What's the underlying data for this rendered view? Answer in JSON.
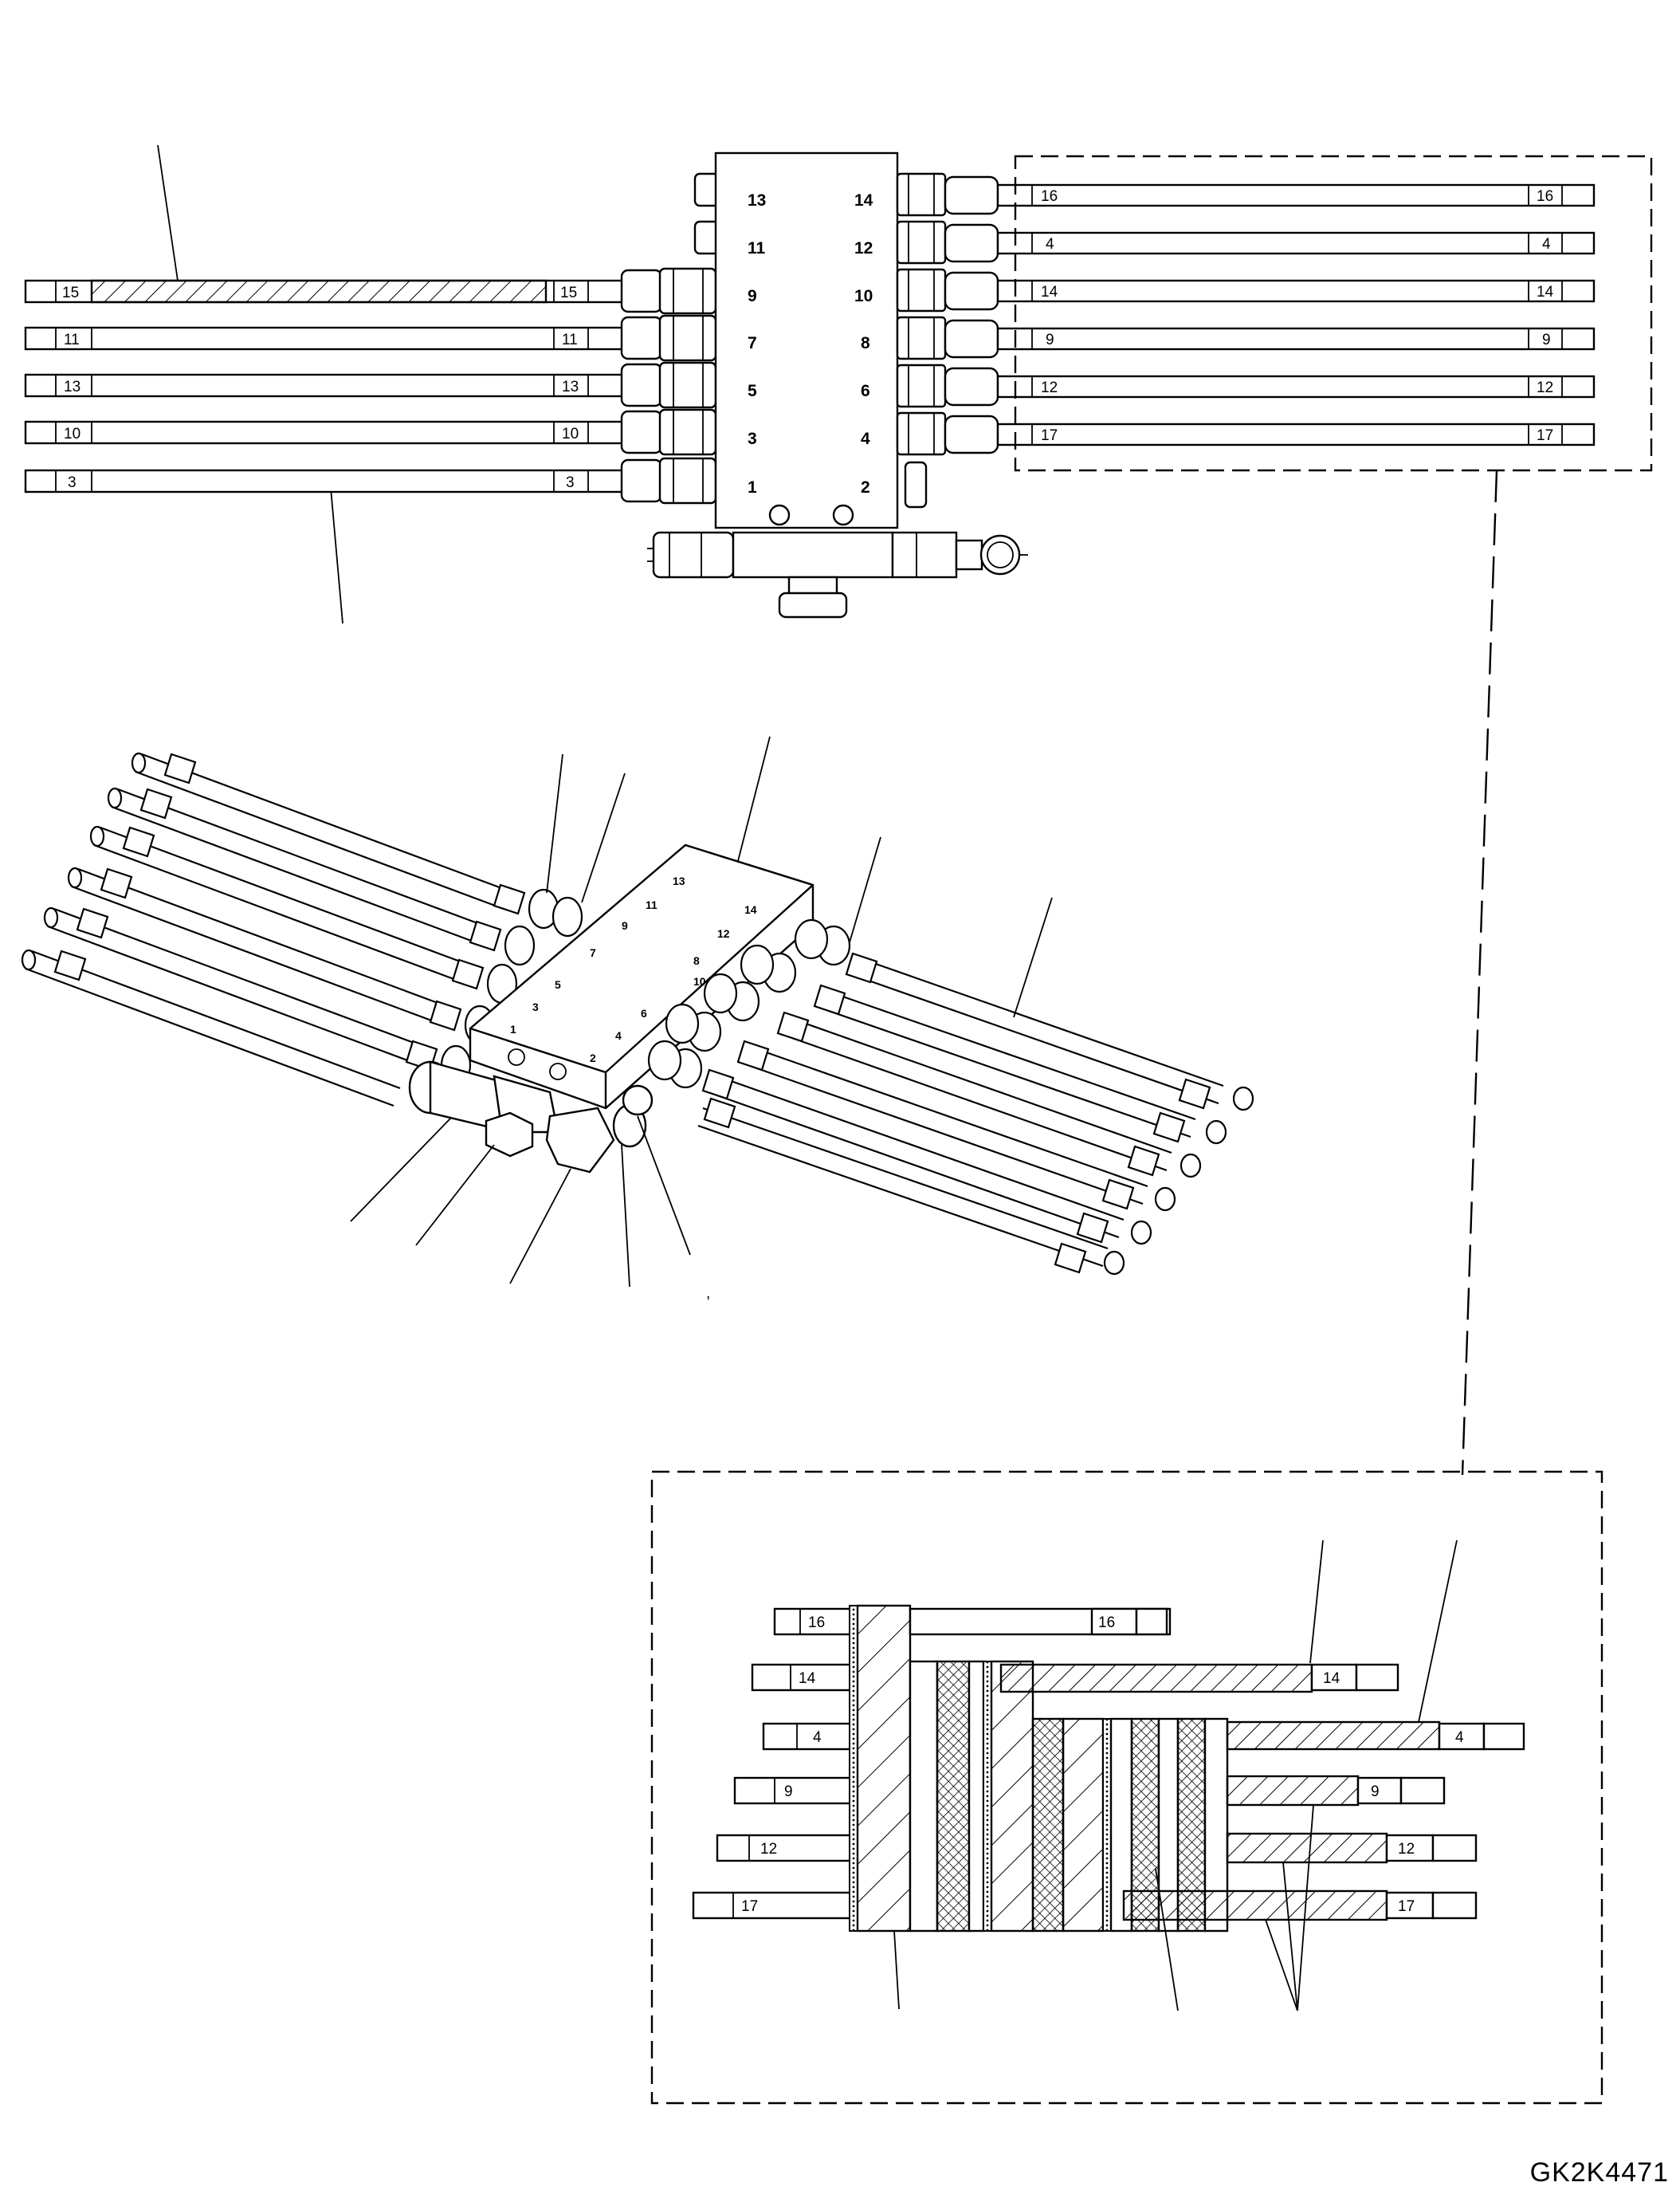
{
  "drawing_code": "GK2K4471",
  "top_view": {
    "left_lines": [
      {
        "left_label": "15",
        "right_label": "15",
        "hatched": true
      },
      {
        "left_label": "11",
        "right_label": "11",
        "hatched": false
      },
      {
        "left_label": "13",
        "right_label": "13",
        "hatched": false
      },
      {
        "left_label": "10",
        "right_label": "10",
        "hatched": false
      },
      {
        "left_label": "3",
        "right_label": "3",
        "hatched": false
      }
    ],
    "right_lines": [
      {
        "left_label": "16",
        "right_label": "16"
      },
      {
        "left_label": "4",
        "right_label": "4"
      },
      {
        "left_label": "14",
        "right_label": "14"
      },
      {
        "left_label": "9",
        "right_label": "9"
      },
      {
        "left_label": "12",
        "right_label": "12"
      },
      {
        "left_label": "17",
        "right_label": "17"
      }
    ],
    "block_ports": [
      [
        "13",
        "14"
      ],
      [
        "11",
        "12"
      ],
      [
        "9",
        "10"
      ],
      [
        "7",
        "8"
      ],
      [
        "5",
        "6"
      ],
      [
        "3",
        "4"
      ],
      [
        "1",
        "2"
      ]
    ]
  },
  "iso_view": {
    "left_ports": [
      "1",
      "3",
      "5",
      "7",
      "9",
      "11",
      "13"
    ],
    "right_ports": [
      "2",
      "4",
      "6",
      "8",
      "10",
      "12",
      "14"
    ],
    "stray_mark": ","
  },
  "detail_view": {
    "lines": [
      {
        "left_label": "16",
        "right_label": "16"
      },
      {
        "left_label": "14",
        "right_label": "14"
      },
      {
        "left_label": "4",
        "right_label": "4"
      },
      {
        "left_label": "9",
        "right_label": "9"
      },
      {
        "left_label": "12",
        "right_label": "12"
      },
      {
        "left_label": "17",
        "right_label": "17"
      }
    ]
  },
  "icons": {
    "line_tag": "tube-number-tag-icon",
    "fitting": "hex-fitting-icon"
  }
}
